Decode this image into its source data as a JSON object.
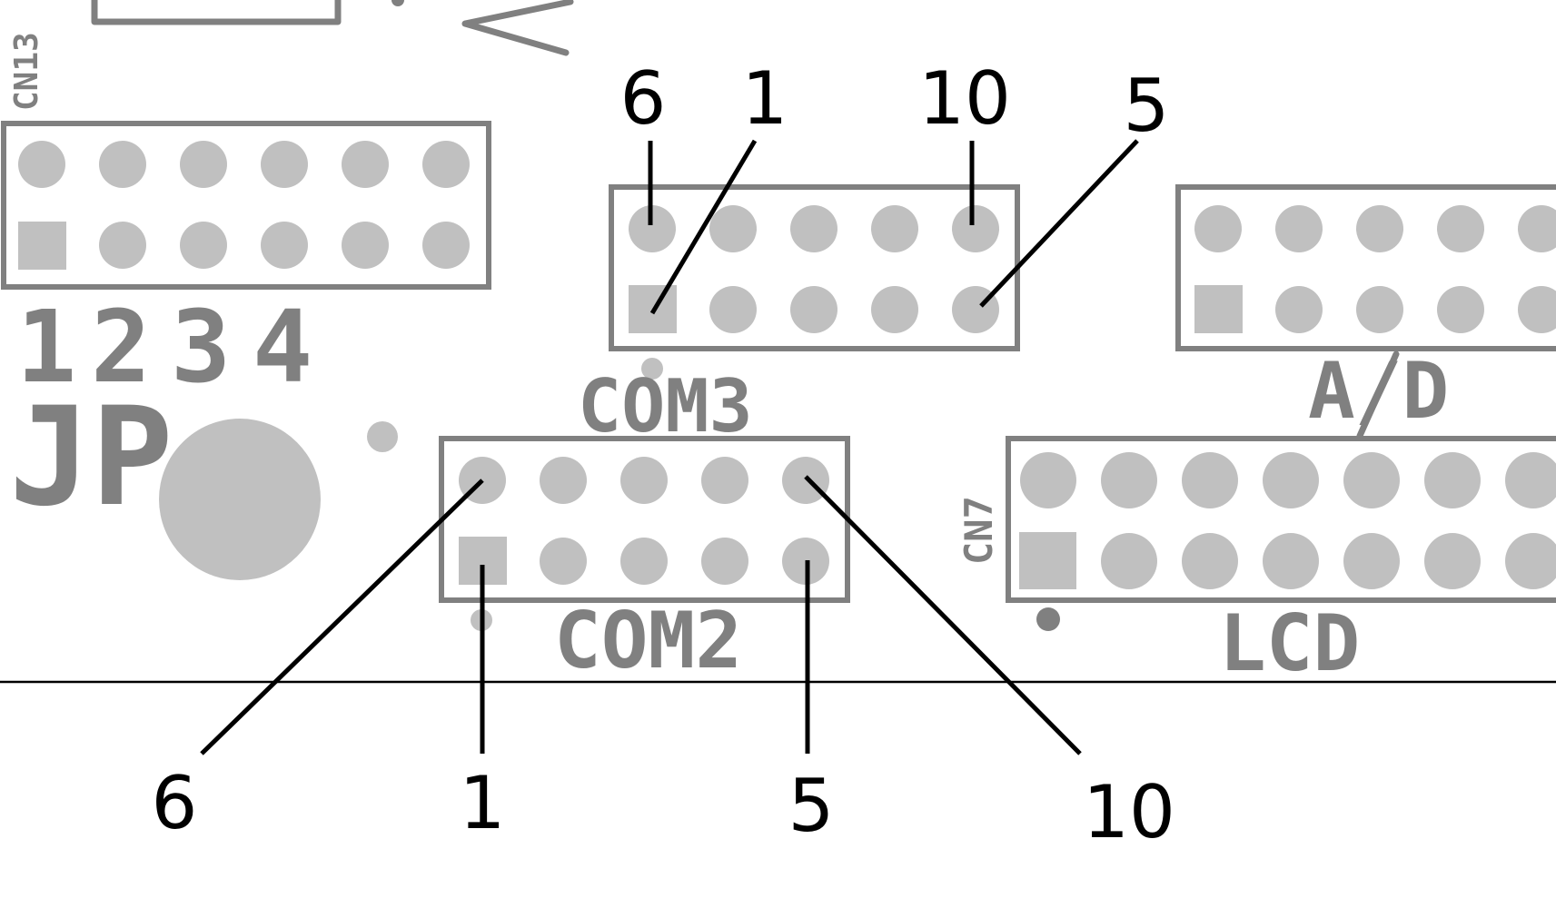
{
  "colors": {
    "silkscreen": "#808080",
    "pad": "#c0c0c0",
    "callout": "#000000",
    "background": "#ffffff"
  },
  "labels": {
    "cn13": "CN13",
    "jumper_numbers": [
      "1",
      "2",
      "3",
      "4"
    ],
    "jp": "JP",
    "com3": "COM3",
    "com2": "COM2",
    "ad": "A/D",
    "cn7": "CN7",
    "lcd": "LCD"
  },
  "connectors": [
    {
      "name": "CN13",
      "rows": 2,
      "cols": 6
    },
    {
      "name": "COM3",
      "rows": 2,
      "cols": 5
    },
    {
      "name": "COM2",
      "rows": 2,
      "cols": 5
    },
    {
      "name": "A/D",
      "rows": 2,
      "cols": 5
    },
    {
      "name": "LCD",
      "rows": 2,
      "cols": 7
    }
  ],
  "callouts": {
    "com3": [
      "6",
      "1",
      "10",
      "5"
    ],
    "com2": [
      "6",
      "1",
      "5",
      "10"
    ]
  }
}
